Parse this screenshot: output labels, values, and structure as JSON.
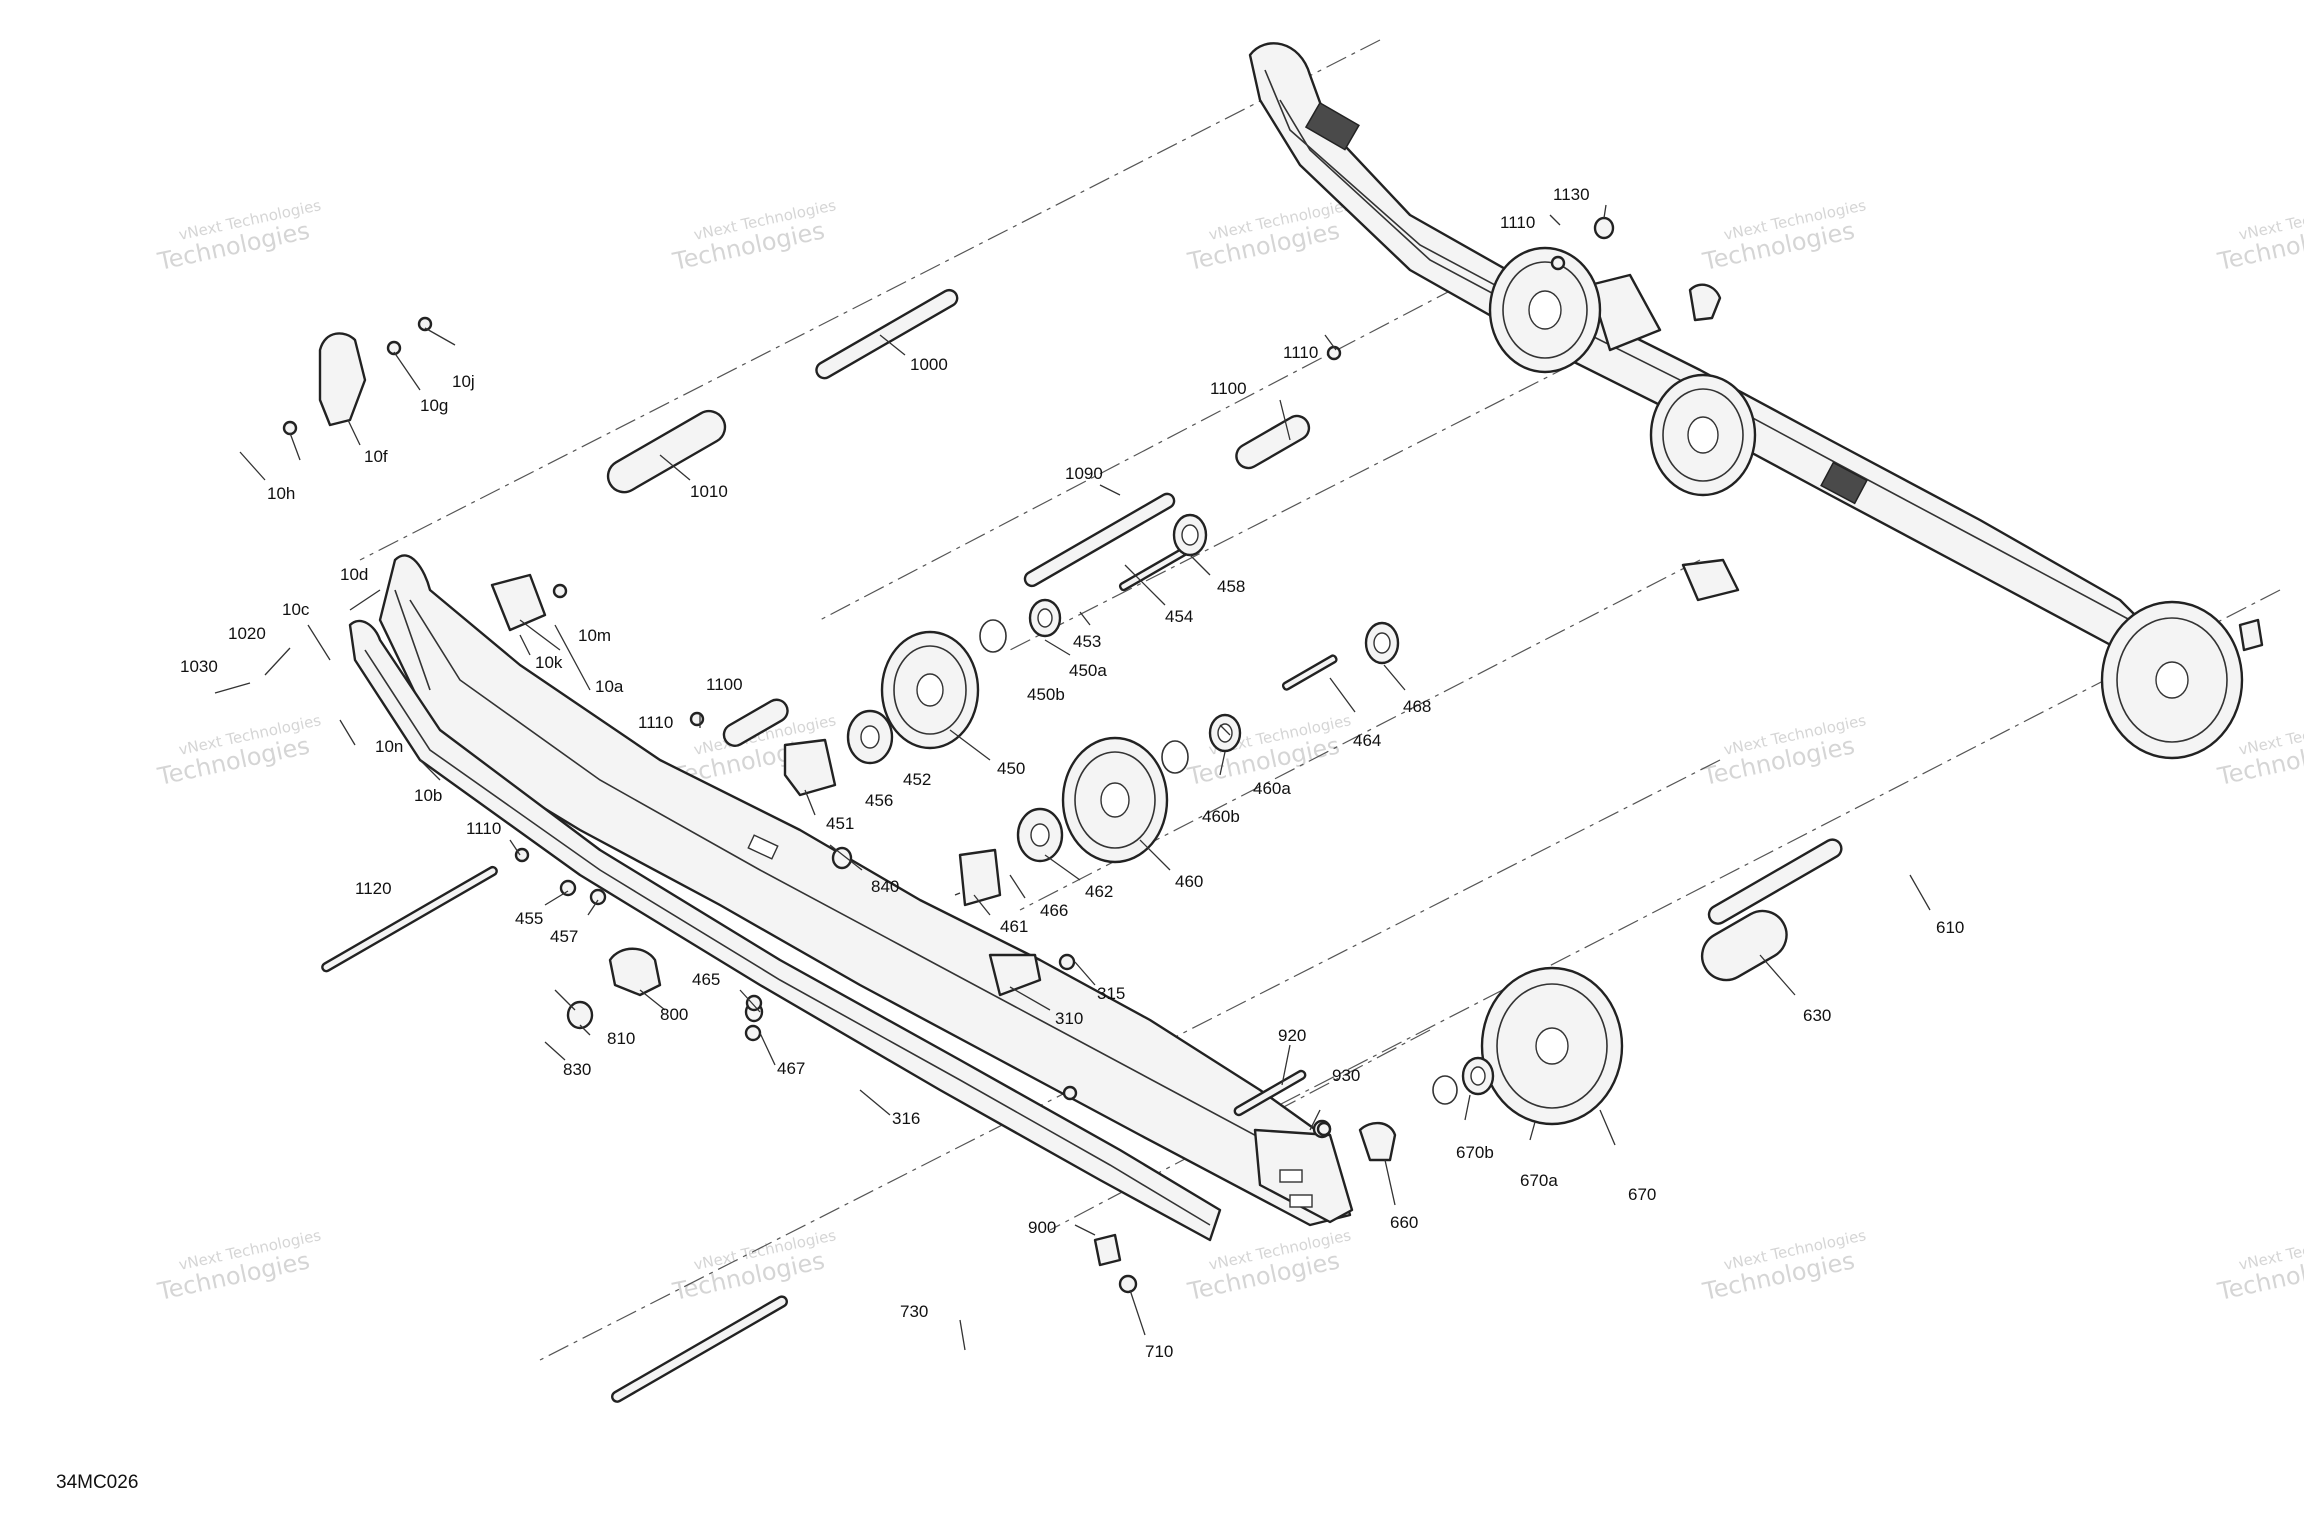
{
  "watermark": {
    "line1": "vNext Technologies",
    "line2": "vNext",
    "line3": "Technologies",
    "line4": "vNext Technologies"
  },
  "drawing_code": "34MC026",
  "callouts": [
    "1000",
    "1010",
    "10f",
    "10g",
    "10j",
    "10h",
    "10d",
    "10c",
    "1020",
    "1030",
    "10n",
    "10b",
    "10k",
    "10m",
    "10a",
    "1090",
    "458",
    "454",
    "453",
    "450a",
    "450b",
    "450",
    "1100",
    "1110",
    "1130",
    "1100",
    "1110",
    "468",
    "464",
    "460a",
    "460b",
    "460",
    "462",
    "461",
    "466",
    "452",
    "456",
    "451",
    "840",
    "1110",
    "1120",
    "455",
    "457",
    "800",
    "810",
    "830",
    "465",
    "467",
    "310",
    "315",
    "316",
    "920",
    "930",
    "660",
    "670b",
    "670a",
    "670",
    "610",
    "630",
    "900",
    "710",
    "730",
    "1110"
  ]
}
